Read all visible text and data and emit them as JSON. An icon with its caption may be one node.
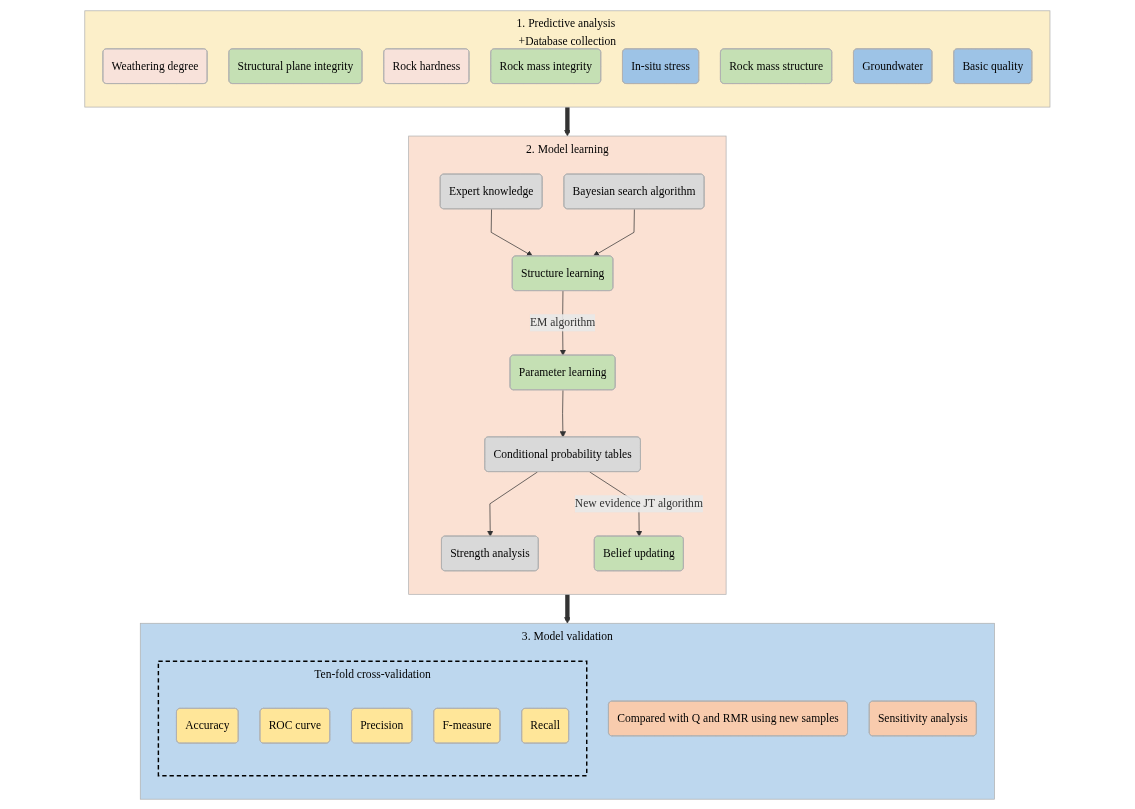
{
  "diagram": {
    "nodes": [
      {
        "text": [
          "1. Predictive analysis +Database collection"
        ]
      },
      {
        "text": [
          "Weathering degree"
        ],
        "in": 0
      },
      {
        "text": [
          "Structural plane integrity"
        ],
        "in": 0
      },
      {
        "text": [
          "Rock hardness"
        ],
        "in": 0
      },
      {
        "text": [
          "Rock mass integrity"
        ],
        "in": 0
      },
      {
        "text": [
          "In-situ stress"
        ],
        "in": 0
      },
      {
        "text": [
          "Rock mass structure"
        ],
        "in": 0
      },
      {
        "text": [
          "Groundwater"
        ],
        "in": 0
      },
      {
        "text": [
          "Basic quality"
        ],
        "in": 0
      },
      {
        "text": [
          "3. Model validation"
        ]
      },
      {
        "text": [
          "Ten-fold cross-validation"
        ],
        "in": 9
      },
      {
        "text": [
          "Accuracy"
        ],
        "in": 10
      },
      {
        "text": [
          "ROC curve"
        ],
        "in": 10
      },
      {
        "text": [
          "Precision"
        ],
        "in": 10
      },
      {
        "text": [
          "F-measure"
        ],
        "in": 10
      },
      {
        "text": [
          "Recall"
        ],
        "in": 10
      },
      {
        "text": [
          "Compared with Q and RMR using new samples"
        ],
        "in": 9
      },
      {
        "text": [
          "Sensitivity analysis"
        ],
        "in": 9
      },
      {
        "text": [
          "2. Model learning"
        ]
      },
      {
        "text": [
          "Expert knowledge"
        ],
        "in": 18
      },
      {
        "text": [
          "Bayesian search algorithm"
        ],
        "in": 18
      },
      {
        "text": [
          "Structure learning"
        ],
        "in": 18
      },
      {
        "text": [
          "Strength analysis"
        ],
        "in": 18
      },
      {
        "text": [
          "Parameter learning"
        ],
        "in": 18
      },
      {
        "text": [
          "Conditional probability tables"
        ],
        "in": 18
      },
      {
        "text": [
          "Belief updating"
        ],
        "in": 18
      }
    ],
    "edges": [
      {
        "from": 0,
        "to": 18,
        "arrow": "to",
        "style": "thick"
      },
      {
        "from": 18,
        "to": 9,
        "arrow": "to",
        "style": "thick"
      },
      {
        "from": 19,
        "to": 21,
        "arrow": "to"
      },
      {
        "from": 20,
        "to": 21,
        "arrow": "to"
      },
      {
        "from": 21,
        "to": 23,
        "arrow": "to",
        "label": "EM algorithm"
      },
      {
        "from": 23,
        "to": 24,
        "arrow": "to"
      },
      {
        "from": 24,
        "to": 22,
        "arrow": "to"
      },
      {
        "from": 24,
        "to": 25,
        "arrow": "to",
        "label": "New evidence JT algorithm"
      }
    ]
  }
}
